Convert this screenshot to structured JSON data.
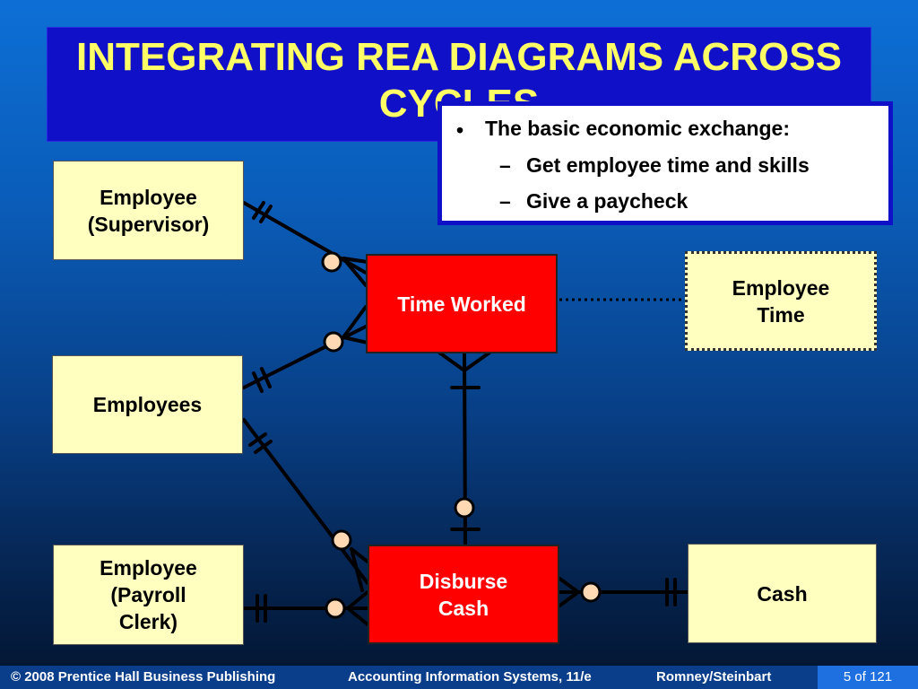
{
  "title": "INTEGRATING REA DIAGRAMS ACROSS CYCLES",
  "callout": {
    "bullet": "•",
    "item1": "The basic economic exchange:",
    "dash": "–",
    "item2": "Get employee time and skills",
    "item3": "Give a paycheck"
  },
  "entities": {
    "supervisor": "Employee (Supervisor)",
    "time_worked": "Time Worked",
    "employee_time": "Employee Time",
    "employees": "Employees",
    "payroll_clerk": "Employee (Payroll Clerk)",
    "disburse_cash": "Disburse Cash",
    "cash": "Cash"
  },
  "footer": {
    "copyright": "© 2008 Prentice Hall Business Publishing",
    "book": "Accounting Information Systems, 11/e",
    "authors": "Romney/Steinbart",
    "page": "5 of 121"
  },
  "colors": {
    "title_bar": "#1010c8",
    "title_text": "#ffff66",
    "event": "#ff0000",
    "resource": "#ffffc0",
    "circle_fill": "#ffd9b3"
  }
}
